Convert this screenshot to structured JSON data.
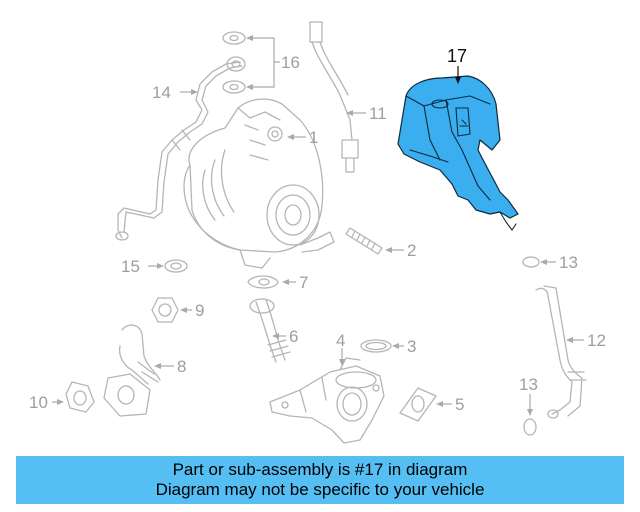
{
  "callouts": {
    "c1": "1",
    "c2": "2",
    "c3": "3",
    "c4": "4",
    "c5": "5",
    "c6": "6",
    "c7": "7",
    "c8": "8",
    "c9": "9",
    "c10": "10",
    "c11": "11",
    "c12": "12",
    "c13a": "13",
    "c13b": "13",
    "c14": "14",
    "c15": "15",
    "c16": "16",
    "c17": "17"
  },
  "highlighted_part": "17",
  "colors": {
    "highlight": "#3aaeee",
    "banner": "#55bef3",
    "line_art": "#b5b5b5"
  },
  "banner": {
    "line1": "Part or sub-assembly is #17 in diagram",
    "line2": "Diagram may not be specific to your vehicle"
  }
}
